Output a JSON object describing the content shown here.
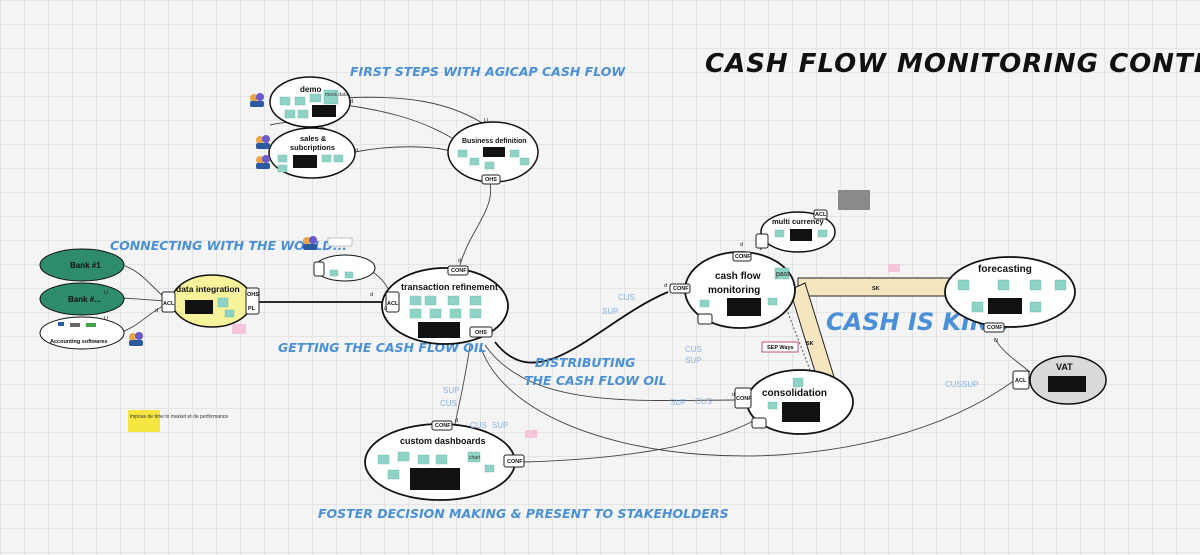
{
  "board": {
    "title": "CASH FLOW MONITORING CONTEXT MAP",
    "section_first_steps": "FIRST STEPS WITH AGICAP CASH FLOW",
    "section_connecting": "CONNECTING WITH THE WORLD...",
    "section_getting_oil": "GETTING THE CASH FLOW OIL",
    "section_distributing_1": "DISTRIBUTING",
    "section_distributing_2": "THE CASH FLOW OIL",
    "section_foster": "FOSTER DECISION MAKING & PRESENT TO STAKEHOLDERS",
    "cash_is_king": "CASH IS KING"
  },
  "contexts": {
    "demo": "demo",
    "sales_line1": "sales &",
    "sales_line2": "subcriptions",
    "business_definition": "Business definition",
    "data_integration": "data integration",
    "transaction_refinement": "transaction refinement",
    "cash_flow_line1": "cash flow",
    "cash_flow_line2": "monitoring",
    "multi_currency": "multi currency",
    "forecasting": "forecasting",
    "consolidation": "consolidation",
    "custom_dashboards": "custom dashboards",
    "vat": "VAT",
    "bank1": "Bank #1",
    "bank2": "Bank #...",
    "accounting": "Accounting softwares"
  },
  "notes": {
    "demo_mock": "mock data",
    "cashflow_past": "past",
    "dash_chart": "chart",
    "yellow_note": "impose de time to market et de performance",
    "sep_ways": "SEP Ways",
    "sk": "SK"
  },
  "tags": {
    "acl": "ACL",
    "ohs": "OHS",
    "conf": "CONF",
    "pl": "PL",
    "u": "U",
    "d": "d",
    "cus": "CUS",
    "sup": "SUP"
  },
  "colors": {
    "sticky": "#8fd3c6",
    "bank": "#2e8b6b",
    "data_integration_fill": "#f7f39a",
    "accent_blue": "#4a90d9",
    "partnership": "#f5e6c0"
  }
}
